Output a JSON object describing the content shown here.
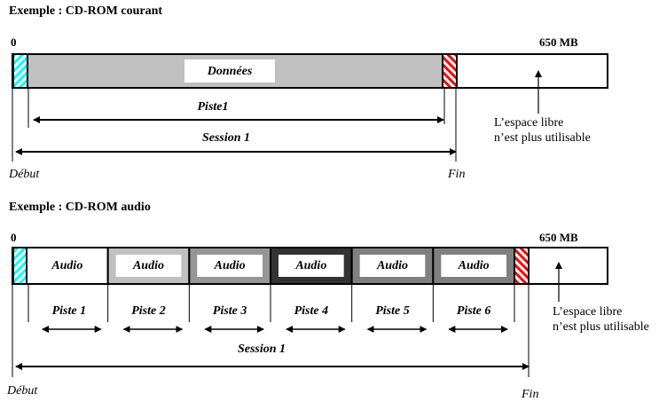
{
  "diagram1": {
    "title": "Exemple : CD-ROM courant",
    "start_mark": "0",
    "end_mark": "650 MB",
    "data_label": "Données",
    "track_label": "Piste1",
    "session_label": "Session 1",
    "start_label": "Début",
    "end_label": "Fin",
    "note_line1": "L’espace libre",
    "note_line2": "n’est plus utilisable"
  },
  "diagram2": {
    "title": "Exemple : CD-ROM audio",
    "start_mark": "0",
    "end_mark": "650 MB",
    "segments": [
      {
        "label": "Audio",
        "track": "Piste 1",
        "frame_color": "#ffffff"
      },
      {
        "label": "Audio",
        "track": "Piste 2",
        "frame_color": "#c0c0c0"
      },
      {
        "label": "Audio",
        "track": "Piste 3",
        "frame_color": "#969696"
      },
      {
        "label": "Audio",
        "track": "Piste 4",
        "frame_color": "#333333"
      },
      {
        "label": "Audio",
        "track": "Piste 5",
        "frame_color": "#808080"
      },
      {
        "label": "Audio",
        "track": "Piste 6",
        "frame_color": "#808080"
      }
    ],
    "session_label": "Session 1",
    "start_label": "Début",
    "end_label": "Fin",
    "note_line1": "L’espace libre",
    "note_line2": "n’est plus utilisable"
  },
  "colors": {
    "lead_in": "#00ffff",
    "lead_out": "#ff0000",
    "data_fill": "#c0c0c0"
  }
}
